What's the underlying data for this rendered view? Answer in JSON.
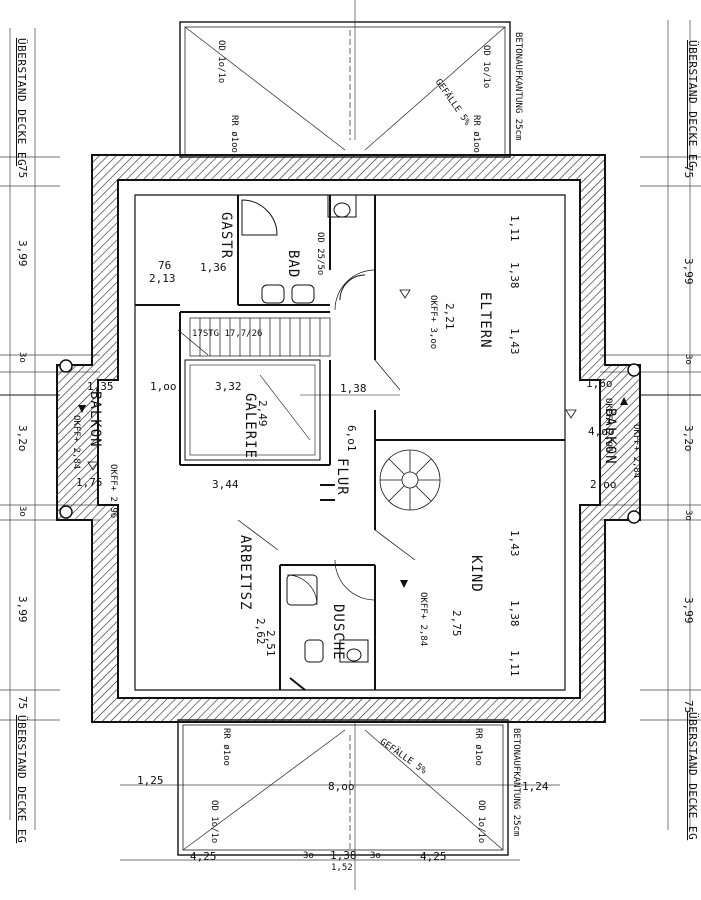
{
  "rooms": {
    "gast": "GASTR",
    "bad": "BAD",
    "eltern": "ELTERN",
    "galerie": "GALERIE",
    "flur": "FLUR",
    "balkon_left": "BALKON",
    "balkon_right": "BALKON",
    "arbeitsz": "ARBEITSZ",
    "kind": "KIND",
    "dusche": "DUSCHE"
  },
  "side_notes": {
    "left_top": "ÜBERSTAND DECKE EG",
    "left_bottom": "ÜBERSTAND DECKE EG",
    "right_top": "ÜBERSTAND DECKE EG",
    "right_bottom": "ÜBERSTAND DECKE EG",
    "betonaufkantung_top": "BETONAUFKANTUNG 25cm",
    "betonaufkantung_bottom": "BETONAUFKANTUNG 25cm",
    "gefaelle_top": "GEFÄLLE 5%",
    "gefaelle_bottom": "GEFÄLLE 5%"
  },
  "annotations": {
    "od_tl": "OD 1o/1o",
    "od_tr": "OD 1o/1o",
    "od_bl": "OD 1o/1o",
    "od_br": "OD 1o/1o",
    "rr_tl": "RR ø1oo",
    "rr_tr": "RR ø1oo",
    "rr_bl": "RR ø1oo",
    "rr_br": "RR ø1oo",
    "stair": "17STG 17,7/26",
    "bad_od": "OD 25/5o",
    "okff_eltern": "OKFF+ 3,oo",
    "okff_balkon_l": "OKFF+ 2,84",
    "okff_balkon_r": "OKFF+ 2,96",
    "okff_kind": "OKFF+ 2,84",
    "okff_balkon_l2": "OKFF+ 2,96",
    "okff_balkon_r2": "OKFF+ 2,84"
  },
  "dimensions": {
    "l_75_top": "75",
    "l_399_top": "3,99",
    "l_30_a": "3o",
    "l_320": "3,2o",
    "l_30_b": "3o",
    "l_399_bot": "3,99",
    "l_75_bot": "75",
    "r_75_top": "75",
    "r_399_top": "3,99",
    "r_30_a": "3o",
    "r_320": "3,2o",
    "r_30_b": "3o",
    "r_399_bot": "3,99",
    "r_75_bot": "75",
    "gastr_136": "1,36",
    "gastr_76": "76",
    "gastr_213": "2,13",
    "bal_135": "1,35",
    "bal_100": "1,oo",
    "gal_332": "3,32",
    "gal_249": "2,49",
    "gal_344": "3,44",
    "gal_175": "1,75",
    "flur_138": "1,38",
    "flur_601": "6,o1",
    "eltern_221": "2,21",
    "eltern_143": "1,43",
    "eltern_138": "1,38",
    "eltern_111": "1,11",
    "bal_r_160": "1,6o",
    "bal_r_400": "4,oo",
    "bal_r_200": "2,oo",
    "kind_143": "1,43",
    "kind_275": "2,75",
    "kind_138": "1,38",
    "kind_111": "1,11",
    "du_251": "2,51",
    "du_262": "2,62",
    "bot_125": "1,25",
    "bot_800": "8,oo",
    "bot_124": "1,24",
    "bot_425a": "4,25",
    "bot_425b": "4,25",
    "bot_138": "1,38",
    "bot_152": "1,52",
    "bot_30a": "3o",
    "bot_30b": "3o"
  }
}
